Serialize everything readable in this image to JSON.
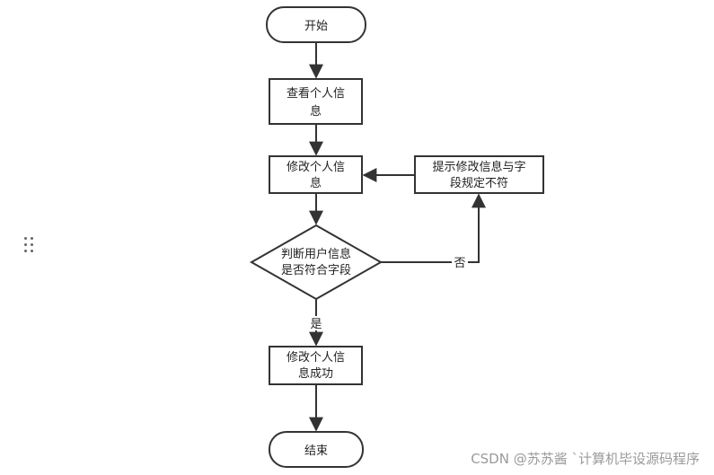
{
  "diagram": {
    "nodes": {
      "start": {
        "lines": [
          "开始"
        ]
      },
      "view_info": {
        "lines": [
          "查看个人信",
          "息"
        ]
      },
      "modify_info": {
        "lines": [
          "修改个人信",
          "息"
        ]
      },
      "prompt_mismatch": {
        "lines": [
          "提示修改信息与字",
          "段规定不符"
        ]
      },
      "check": {
        "lines": [
          "判断用户信息",
          "是否符合字段"
        ]
      },
      "success": {
        "lines": [
          "修改个人信",
          "息成功"
        ]
      },
      "end": {
        "lines": [
          "结束"
        ]
      }
    },
    "edges": {
      "no_label": "否",
      "yes_label": "是"
    }
  },
  "watermark": "CSDN @苏苏酱  ˋ计算机毕设源码程序",
  "colors": {
    "stroke": "#333333",
    "text": "#222222"
  }
}
